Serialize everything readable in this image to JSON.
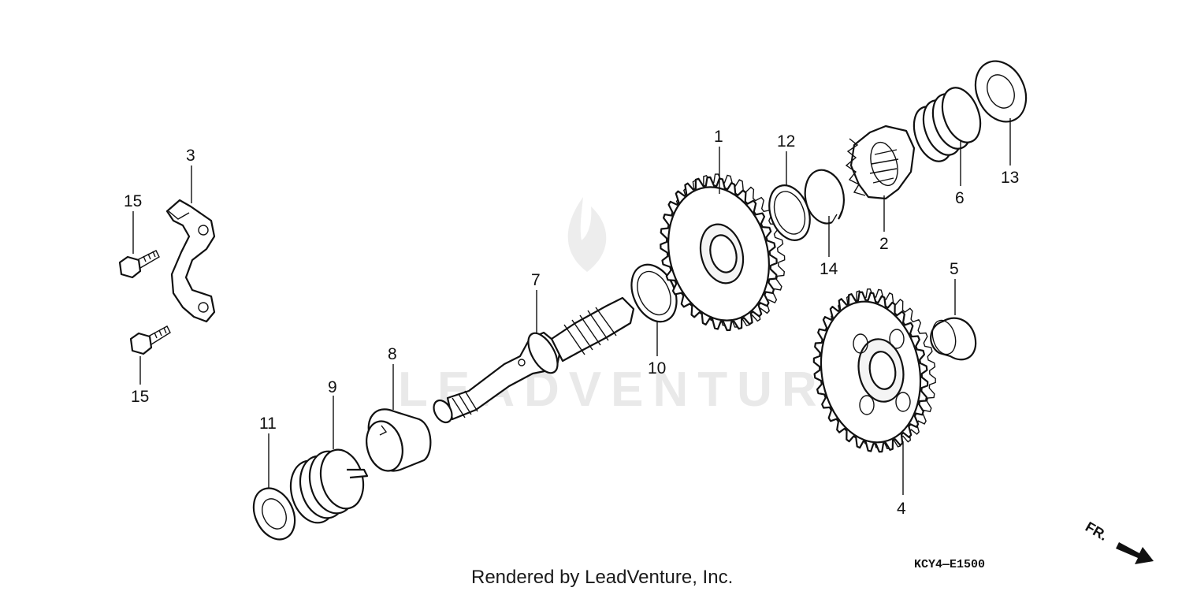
{
  "diagram": {
    "callouts": [
      {
        "id": "1",
        "label": "1"
      },
      {
        "id": "2",
        "label": "2"
      },
      {
        "id": "3",
        "label": "3"
      },
      {
        "id": "4",
        "label": "4"
      },
      {
        "id": "5",
        "label": "5"
      },
      {
        "id": "6",
        "label": "6"
      },
      {
        "id": "7",
        "label": "7"
      },
      {
        "id": "8",
        "label": "8"
      },
      {
        "id": "9",
        "label": "9"
      },
      {
        "id": "10",
        "label": "10"
      },
      {
        "id": "11",
        "label": "11"
      },
      {
        "id": "12",
        "label": "12"
      },
      {
        "id": "13",
        "label": "13"
      },
      {
        "id": "14",
        "label": "14"
      },
      {
        "id": "15a",
        "label": "15"
      },
      {
        "id": "15b",
        "label": "15"
      }
    ],
    "diagram_code": "KCY4—E1500",
    "direction_label": "FR.",
    "footer_text": "Rendered by LeadVenture, Inc.",
    "watermark_text": "LEADVENTURE"
  }
}
